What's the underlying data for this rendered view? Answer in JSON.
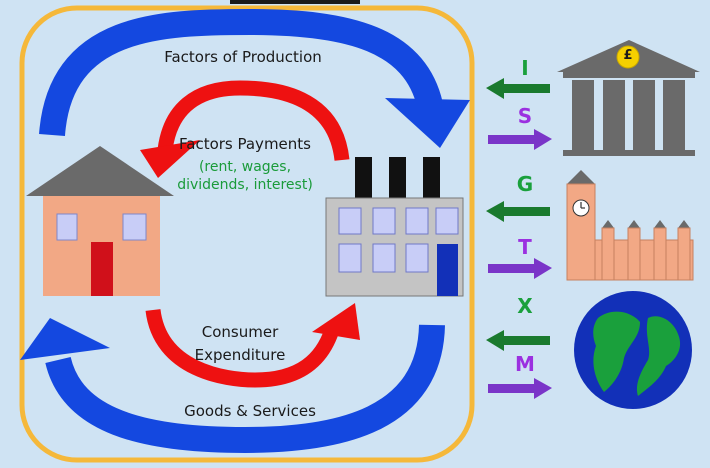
{
  "colors": {
    "background": "#cfe3f3",
    "boundary": "#f5b83a",
    "blue_flow": "#1448e0",
    "red_flow": "#ee1111",
    "green_arrow": "#1a7a2e",
    "purple_arrow": "#7a35c8",
    "letter_green": "#1aa03c",
    "letter_purple": "#9b30e0"
  },
  "labels": {
    "factors_of_production": "Factors of Production",
    "factors_payments": "Factors Payments",
    "factors_payments_sub1": "(rent, wages,",
    "factors_payments_sub2": "dividends, interest)",
    "consumer_expenditure_1": "Consumer",
    "consumer_expenditure_2": "Expenditure",
    "goods_services": "Goods & Services"
  },
  "injections_withdrawals": [
    {
      "letter": "I",
      "direction": "in",
      "color": "green"
    },
    {
      "letter": "S",
      "direction": "out",
      "color": "purple"
    },
    {
      "letter": "G",
      "direction": "in",
      "color": "green"
    },
    {
      "letter": "T",
      "direction": "out",
      "color": "purple"
    },
    {
      "letter": "X",
      "direction": "in",
      "color": "green"
    },
    {
      "letter": "M",
      "direction": "out",
      "color": "purple"
    }
  ],
  "icons": {
    "bank": "bank-icon",
    "bank_symbol": "£",
    "government": "parliament-icon",
    "world": "globe-icon",
    "households": "house-icon",
    "firms": "factory-icon"
  }
}
